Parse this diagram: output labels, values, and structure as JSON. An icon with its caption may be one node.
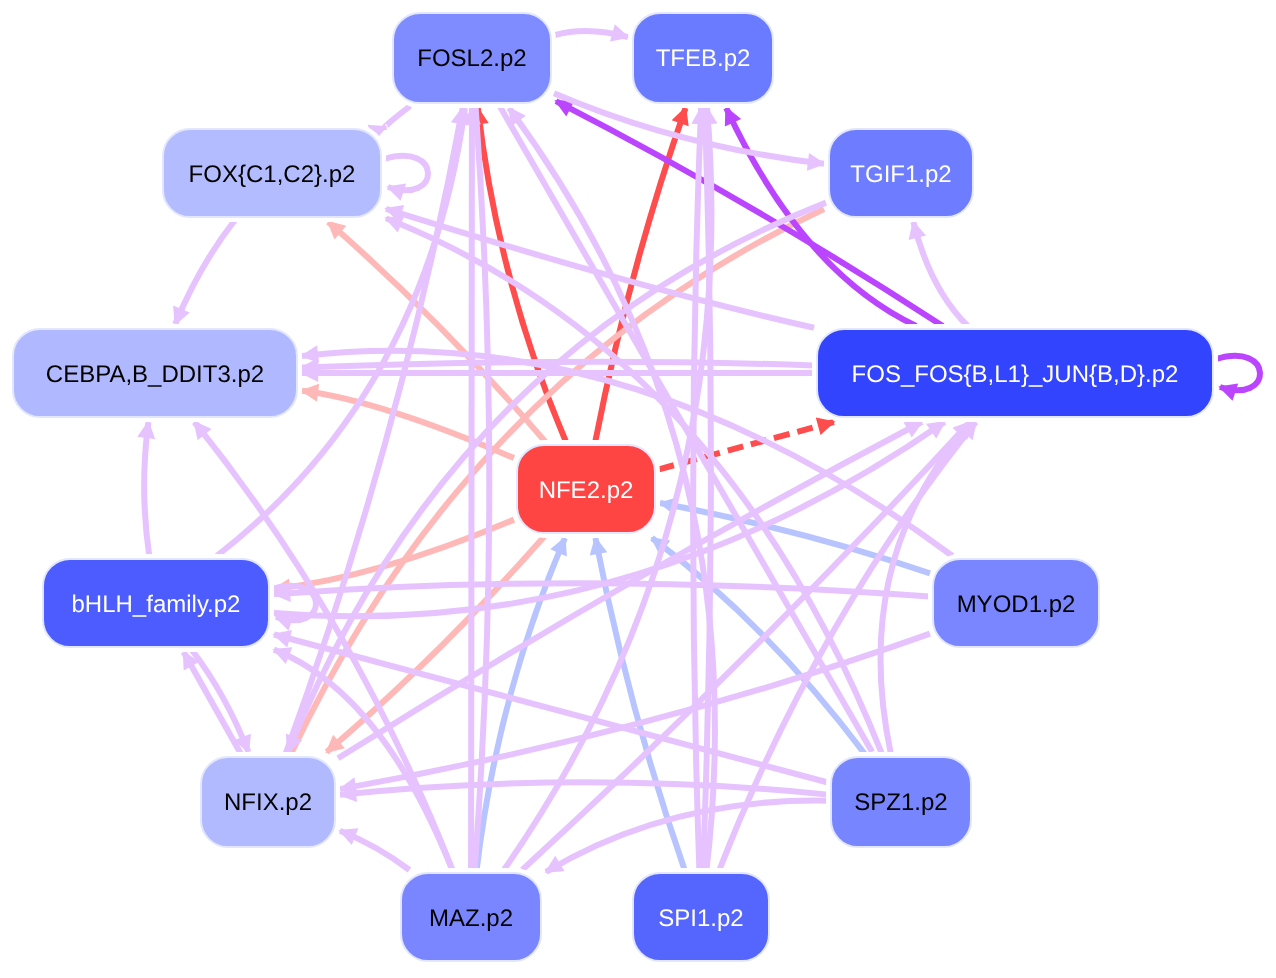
{
  "diagram": {
    "nodes": [
      {
        "text": [
          "FOSL2.p2"
        ]
      },
      {
        "text": [
          "TFEB.p2"
        ]
      },
      {
        "text": [
          "FOX{C1,C2}.p2"
        ]
      },
      {
        "text": [
          "TGIF1.p2"
        ]
      },
      {
        "text": [
          "CEBPA,B_DDIT3.p2"
        ]
      },
      {
        "text": [
          "FOS_FOS{B,L1}_JUN{B,D}.p2"
        ]
      },
      {
        "text": [
          "NFE2.p2"
        ]
      },
      {
        "text": [
          "bHLH_family.p2"
        ]
      },
      {
        "text": [
          "MYOD1.p2"
        ]
      },
      {
        "text": [
          "NFIX.p2"
        ]
      },
      {
        "text": [
          "SPZ1.p2"
        ]
      },
      {
        "text": [
          "MAZ.p2"
        ]
      },
      {
        "text": [
          "SPI1.p2"
        ]
      }
    ],
    "edges": [
      {
        "from": 6,
        "to": 0,
        "arrow": "to",
        "color": "#ff4d4d"
      },
      {
        "from": 6,
        "to": 1,
        "arrow": "to",
        "color": "#ff4d4d"
      },
      {
        "from": 6,
        "to": 5,
        "arrow": "to",
        "color": "#ff4d4d",
        "style": "dashed"
      },
      {
        "from": 6,
        "to": 2,
        "arrow": "to",
        "color": "#ffb8b8"
      },
      {
        "from": 6,
        "to": 4,
        "arrow": "to",
        "color": "#ffb8b8"
      },
      {
        "from": 6,
        "to": 7,
        "arrow": "to",
        "color": "#ffb8b8"
      },
      {
        "from": 6,
        "to": 9,
        "arrow": "to",
        "color": "#ffb8b8"
      },
      {
        "from": 9,
        "to": 3,
        "arrow": "none",
        "color": "#ffb8b8"
      },
      {
        "from": 8,
        "to": 6,
        "arrow": "to",
        "color": "#b8c4ff"
      },
      {
        "from": 10,
        "to": 6,
        "arrow": "to",
        "color": "#b8c4ff"
      },
      {
        "from": 11,
        "to": 6,
        "arrow": "to",
        "color": "#b8c4ff"
      },
      {
        "from": 12,
        "to": 6,
        "arrow": "to",
        "color": "#b8c4ff"
      },
      {
        "from": 5,
        "to": 1,
        "arrow": "to",
        "color": "#bb44ff"
      },
      {
        "from": 5,
        "to": 0,
        "arrow": "to",
        "color": "#bb44ff"
      },
      {
        "from": 5,
        "to": 5,
        "arrow": "to",
        "color": "#bb44ff"
      },
      {
        "from": 0,
        "to": 1,
        "arrow": "to"
      },
      {
        "from": 0,
        "to": 2,
        "arrow": "to"
      },
      {
        "from": 2,
        "to": 2,
        "arrow": "to"
      },
      {
        "from": 2,
        "to": 4,
        "arrow": "to"
      },
      {
        "from": 0,
        "to": 3,
        "arrow": "to"
      },
      {
        "from": 5,
        "to": 3,
        "arrow": "to"
      },
      {
        "from": 5,
        "to": 2,
        "arrow": "to"
      },
      {
        "from": 5,
        "to": 4,
        "arrow": "to"
      },
      {
        "from": 5,
        "to": 4,
        "arrow": "to"
      },
      {
        "from": 8,
        "to": 7,
        "arrow": "to"
      },
      {
        "from": 7,
        "to": 7,
        "arrow": "to"
      },
      {
        "from": 7,
        "to": 9,
        "arrow": "to"
      },
      {
        "from": 9,
        "to": 7,
        "arrow": "to"
      },
      {
        "from": 11,
        "to": 9,
        "arrow": "to"
      },
      {
        "from": 10,
        "to": 9,
        "arrow": "to"
      },
      {
        "from": 8,
        "to": 9,
        "arrow": "to"
      },
      {
        "from": 10,
        "to": 11,
        "arrow": "to"
      },
      {
        "from": 11,
        "to": 0,
        "arrow": "to"
      },
      {
        "from": 12,
        "to": 0,
        "arrow": "to"
      },
      {
        "from": 9,
        "to": 0,
        "arrow": "to"
      },
      {
        "from": 7,
        "to": 0,
        "arrow": "to"
      },
      {
        "from": 12,
        "to": 1,
        "arrow": "to"
      },
      {
        "from": 11,
        "to": 1,
        "arrow": "to"
      },
      {
        "from": 11,
        "to": 5,
        "arrow": "to"
      },
      {
        "from": 12,
        "to": 5,
        "arrow": "to"
      },
      {
        "from": 10,
        "to": 5,
        "arrow": "to"
      },
      {
        "from": 9,
        "to": 5,
        "arrow": "to"
      },
      {
        "from": 7,
        "to": 5,
        "arrow": "to"
      },
      {
        "from": 8,
        "to": 4,
        "arrow": "to"
      },
      {
        "from": 10,
        "to": 2,
        "arrow": "to"
      },
      {
        "from": 11,
        "to": 4,
        "arrow": "to"
      },
      {
        "from": 7,
        "to": 4,
        "arrow": "to"
      },
      {
        "from": 10,
        "to": 7,
        "arrow": "to"
      },
      {
        "from": 11,
        "to": 7,
        "arrow": "to"
      },
      {
        "from": 3,
        "to": 9,
        "arrow": "to"
      },
      {
        "from": 0,
        "to": 11,
        "arrow": "none"
      },
      {
        "from": 1,
        "to": 12,
        "arrow": "none"
      },
      {
        "from": 0,
        "to": 10,
        "arrow": "none"
      }
    ]
  }
}
